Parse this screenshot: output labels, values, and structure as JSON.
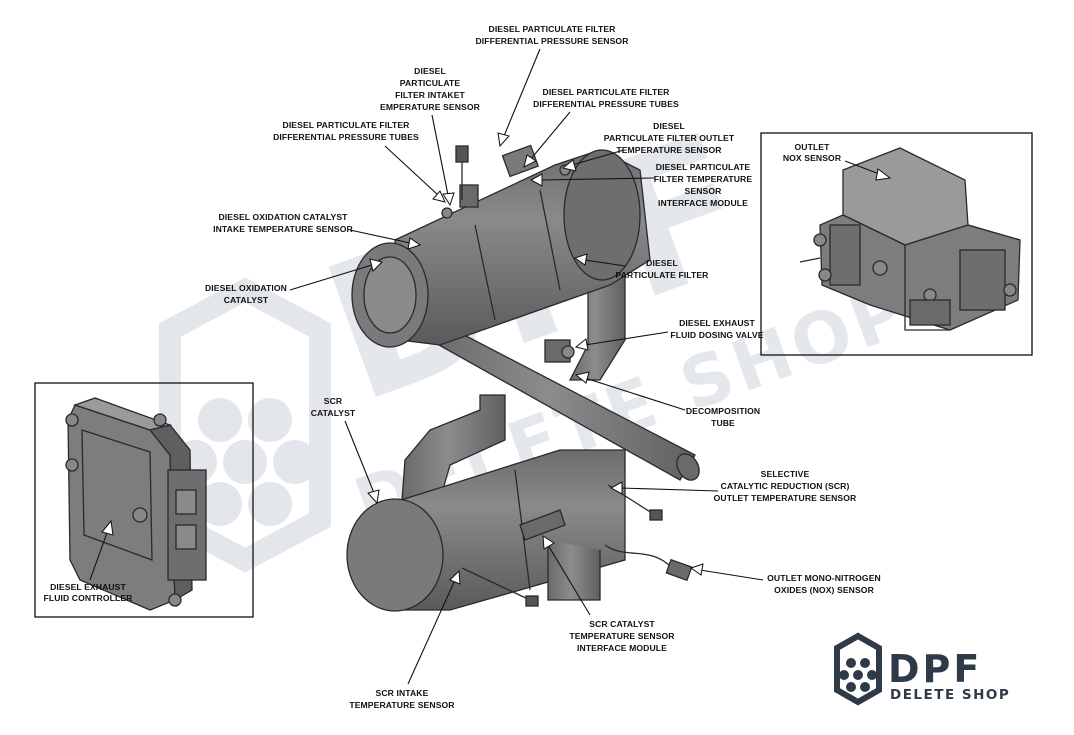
{
  "colors": {
    "part_fill": "#7d7d7f",
    "part_dark": "#5e5e60",
    "part_light": "#9a9a9c",
    "watermark": "#dfe3e8",
    "logo_dark": "#2f3a49",
    "text": "#111111"
  },
  "labels": {
    "dpf_dp_sensor": [
      "DIESEL PARTICULATE FILTER",
      "DIFFERENTIAL PRESSURE SENSOR"
    ],
    "dpf_intake_temp": [
      "DIESEL",
      "PARTICULATE",
      "FILTER INTAKET",
      "EMPERATURE SENSOR"
    ],
    "dpf_dp_tubes_right": [
      "DIESEL PARTICULATE FILTER",
      "DIFFERENTIAL PRESSURE TUBES"
    ],
    "dpf_dp_tubes_left": [
      "DIESEL PARTICULATE FILTER",
      "DIFFERENTIAL PRESSURE TUBES"
    ],
    "dpf_outlet_temp": [
      "DIESEL",
      "PARTICULATE FILTER OUTLET",
      "TEMPERATURE SENSOR"
    ],
    "dpf_temp_module": [
      "DIESEL PARTICULATE",
      "FILTER TEMPERATURE",
      "SENSOR",
      "INTERFACE MODULE"
    ],
    "doc_intake_temp": [
      "DIESEL OXIDATION CATALYST",
      "INTAKE TEMPERATURE SENSOR"
    ],
    "doc": [
      "DIESEL OXIDATION",
      "CATALYST"
    ],
    "dpf": [
      "DIESEL",
      "PARTICULATE FILTER"
    ],
    "def_dosing_valve": [
      "DIESEL EXHAUST",
      "FLUID DOSING VALVE"
    ],
    "decomposition_tube": [
      "DECOMPOSITION",
      "TUBE"
    ],
    "scr_catalyst": [
      "SCR",
      "CATALYST"
    ],
    "scr_outlet_temp": [
      "SELECTIVE",
      "CATALYTIC REDUCTION (SCR)",
      "OUTLET TEMPERATURE SENSOR"
    ],
    "outlet_nox": [
      "OUTLET MONO-NITROGEN",
      "OXIDES (NOX) SENSOR"
    ],
    "scr_temp_module": [
      "SCR CATALYST",
      "TEMPERATURE SENSOR",
      "INTERFACE MODULE"
    ],
    "scr_intake_temp": [
      "SCR INTAKE",
      "TEMPERATURE SENSOR"
    ],
    "def_controller": [
      "DIESEL EXHAUST",
      "FLUID CONTROLLER"
    ],
    "outlet_nox_inset": [
      "OUTLET",
      "NOX SENSOR"
    ]
  },
  "watermark": {
    "letters": "DPF",
    "words": "DELETE SHOP"
  },
  "logo": {
    "title": "DPF",
    "subtitle": "DELETE SHOP"
  }
}
